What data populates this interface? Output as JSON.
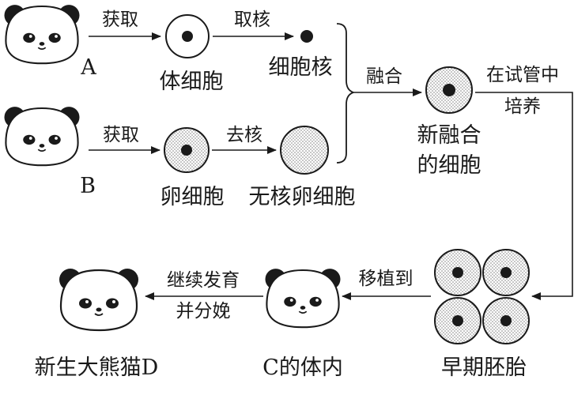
{
  "panda_labels": {
    "a": "A",
    "b": "B"
  },
  "arrow_labels": {
    "obtain_a": "获取",
    "take_nucleus": "取核",
    "obtain_b": "获取",
    "remove_nucleus": "去核",
    "fuse": "融合",
    "culture_line1": "在试管中",
    "culture_line2": "培养",
    "transplant": "移植到",
    "develop_line1": "继续发育",
    "develop_line2": "并分娩"
  },
  "stage_labels": {
    "body_cell": "体细胞",
    "nucleus": "细胞核",
    "egg_cell": "卵细胞",
    "enucleated_egg": "无核卵细胞",
    "fused_cell_line1": "新融合",
    "fused_cell_line2": "的细胞",
    "early_embryo": "早期胚胎",
    "inside_c": "C的体内",
    "new_panda": "新生大熊猫D"
  },
  "colors": {
    "ink": "#1a1a1a",
    "stipple": "#8a8a8a"
  }
}
